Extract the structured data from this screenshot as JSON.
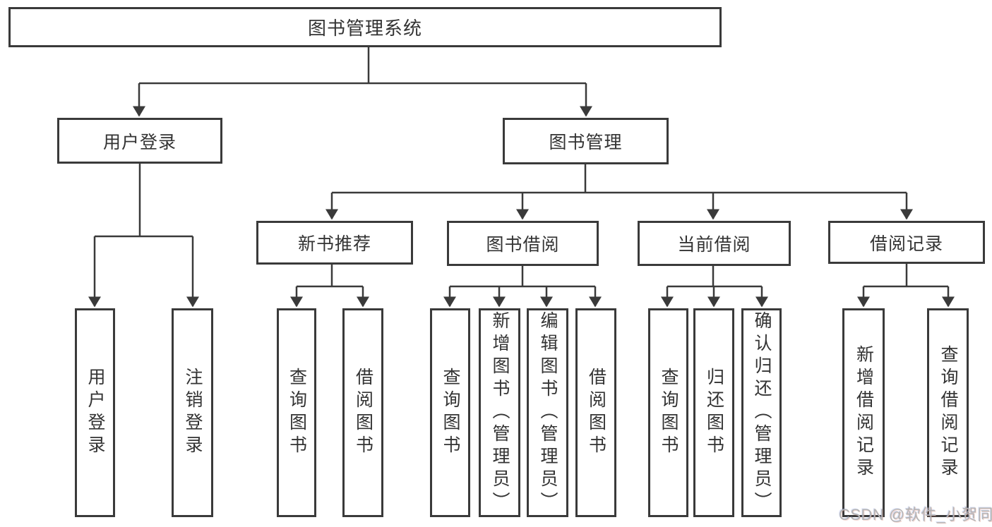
{
  "diagram": {
    "root": {
      "label": "图书管理系统",
      "children": [
        {
          "label": "用户登录",
          "children": [
            {
              "label": "用户登录"
            },
            {
              "label": "注销登录"
            }
          ]
        },
        {
          "label": "图书管理",
          "children": [
            {
              "label": "新书推荐",
              "children": [
                {
                  "label": "查询图书"
                },
                {
                  "label": "借阅图书"
                }
              ]
            },
            {
              "label": "图书借阅",
              "children": [
                {
                  "label": "查询图书"
                },
                {
                  "label": "新增图书（管理员）"
                },
                {
                  "label": "编辑图书（管理员）"
                },
                {
                  "label": "借阅图书"
                }
              ]
            },
            {
              "label": "当前借阅",
              "children": [
                {
                  "label": "查询图书"
                },
                {
                  "label": "归还图书"
                },
                {
                  "label": "确认归还（管理员）"
                }
              ]
            },
            {
              "label": "借阅记录",
              "children": [
                {
                  "label": "新增借阅记录"
                },
                {
                  "label": "查询借阅记录"
                }
              ]
            }
          ]
        }
      ]
    }
  },
  "watermark": {
    "text": "CSDN @软件_小贺同学"
  },
  "colors": {
    "line": "#3a3a3a",
    "border": "#3a3a3a",
    "text": "#333333",
    "watermark": "#b4b4b4",
    "background": "#ffffff"
  }
}
